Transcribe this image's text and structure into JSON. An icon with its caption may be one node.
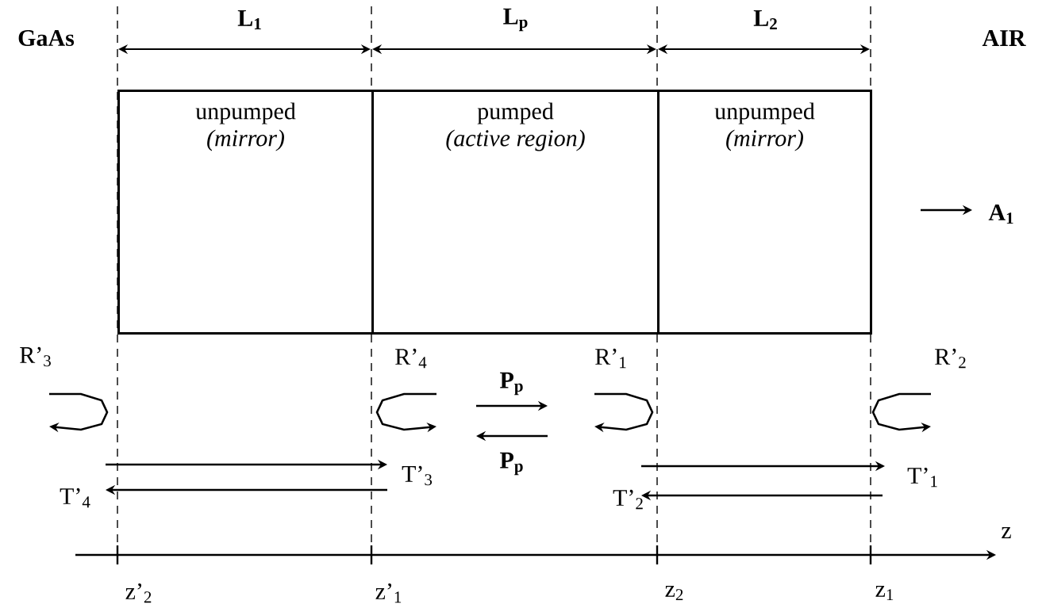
{
  "diagram": {
    "nodes": [
      {
        "text": [
          "unpumped",
          "(mirror)"
        ]
      },
      {
        "text": [
          "pumped",
          "(active region)"
        ]
      },
      {
        "text": [
          "unpumped",
          "(mirror)"
        ]
      }
    ],
    "labels": [
      "GaAs",
      "L$_{1}$",
      "L$_{p}$",
      "L$_{2}$",
      "AIR",
      "A$_{1}$",
      "R’$_{3}$",
      "R’$_{4}$",
      "P$_{p}$",
      "R’$_{1}$",
      "R’$_{2}$",
      "P$_{p}$",
      "T’$_{3}$",
      "T’$_{1}$",
      "T’$_{4}$",
      "T’$_{2}$",
      "z",
      "z’$_{2}$",
      "z’$_{1}$",
      "z$_{2}$",
      "z$_{1}$"
    ]
  }
}
